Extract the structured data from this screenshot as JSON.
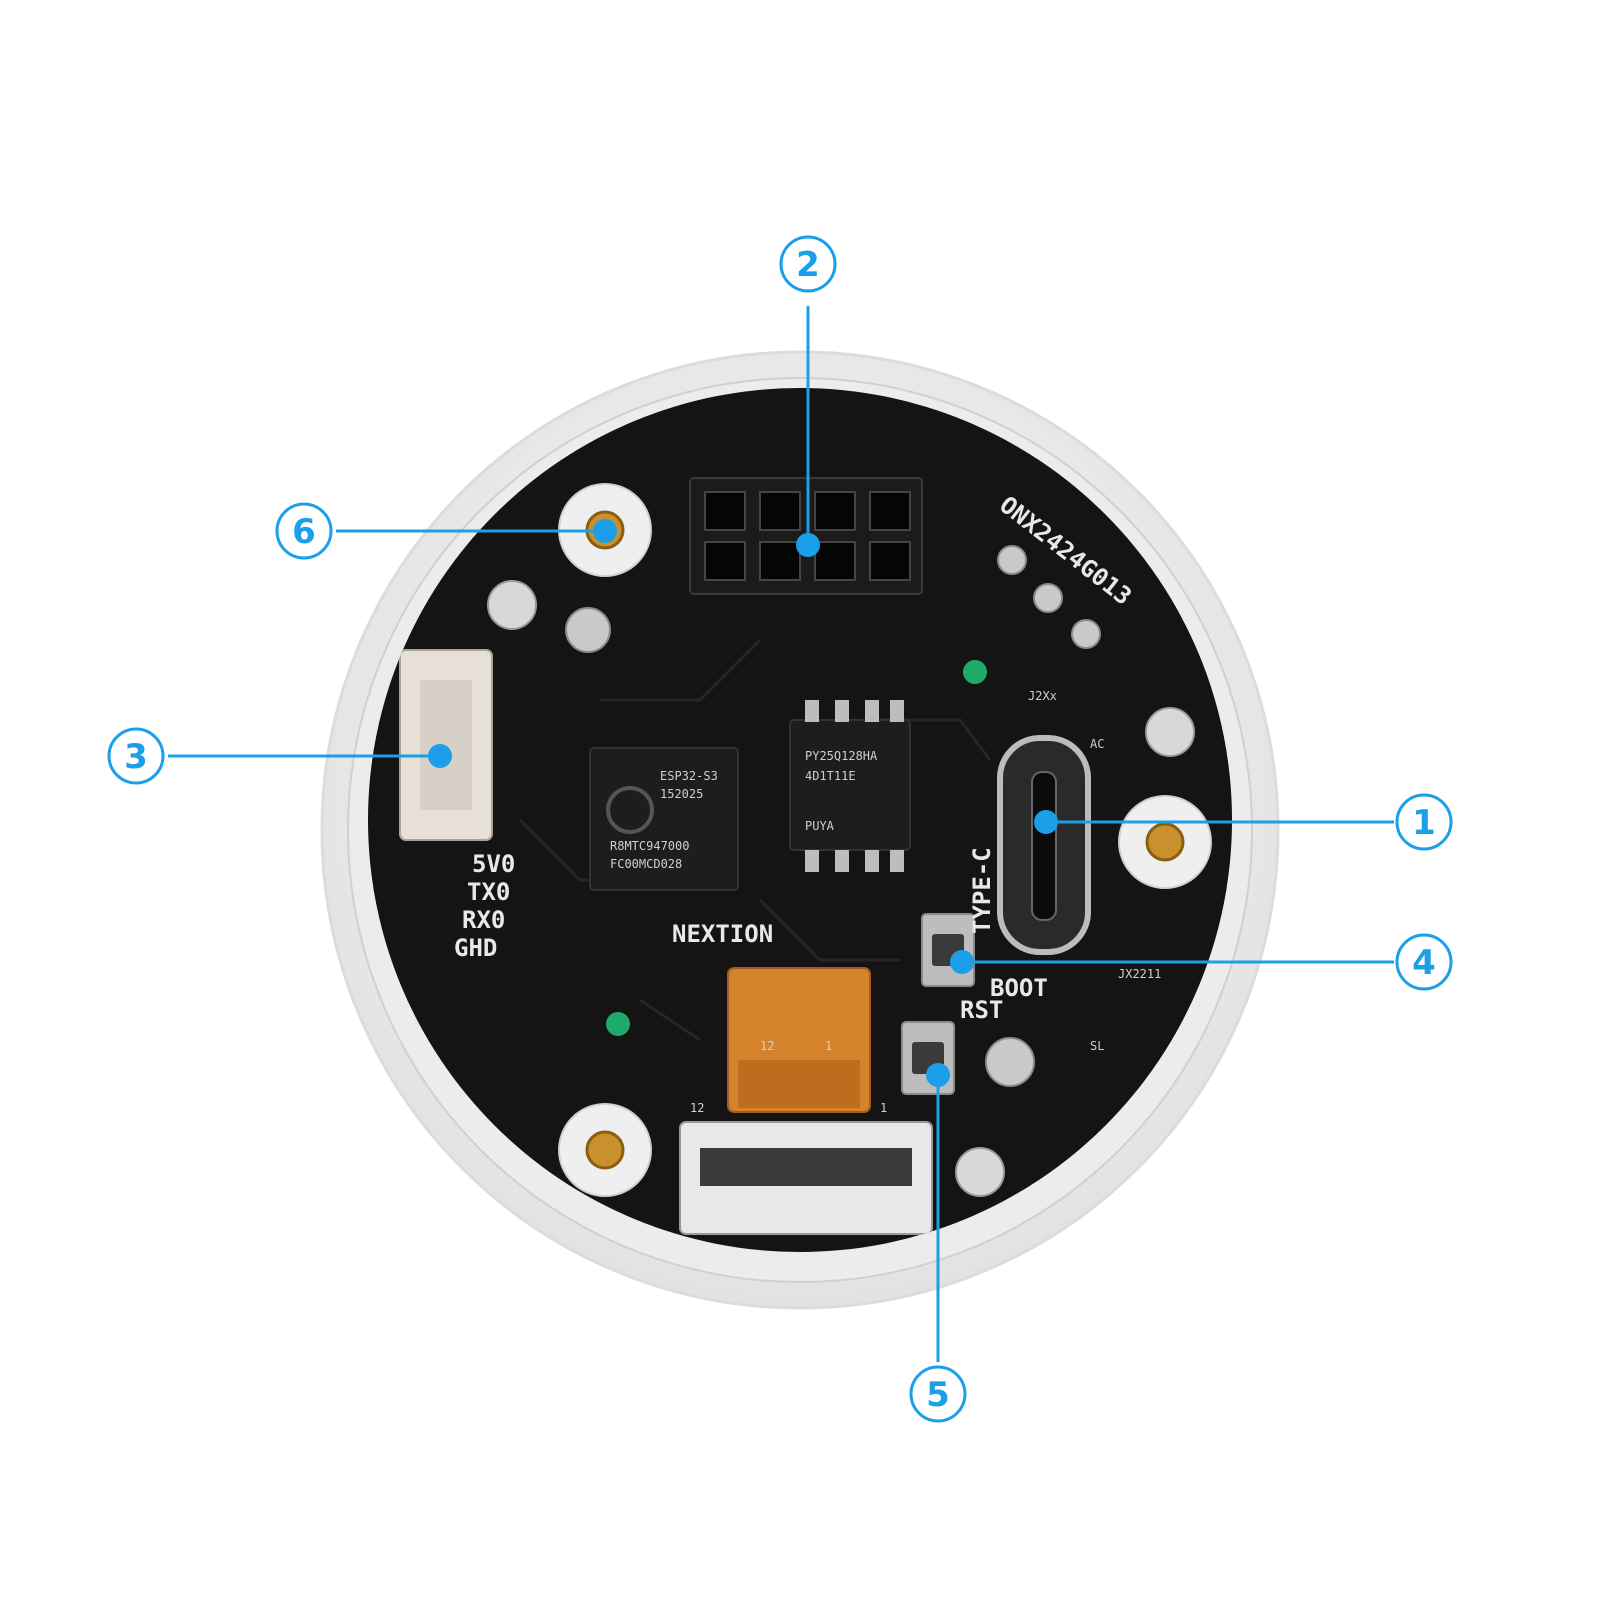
{
  "colors": {
    "callout": "#1a9fe8",
    "pcb": "#141414",
    "housing": "#f2f2f2",
    "pad": "#c9c9c9",
    "green_led": "#1faa6a",
    "fpc": "#d4822c"
  },
  "board": {
    "model": "ONX2424G013",
    "brand": "NEXTION",
    "port_label": "TYPE-C",
    "boot_label": "BOOT",
    "rst_label": "RST",
    "pin_labels": [
      "5V0",
      "TX0",
      "RX0",
      "GHD"
    ],
    "mcu_lines": [
      "ESP32-S3",
      "152025",
      "R8MTC947000",
      "FC00MCD028"
    ],
    "flash_lines": [
      "PY25Q128HA",
      "4D1T11E",
      "PUYA"
    ],
    "fpc_pin_high": "12",
    "fpc_pin_low": "1",
    "connector_pin_high": "12",
    "connector_pin_low": "1",
    "chip_small": [
      "J2Xx",
      "AC",
      "JX2211",
      "SL"
    ]
  },
  "callouts": [
    {
      "number": "1",
      "target": "usb-type-c-port"
    },
    {
      "number": "2",
      "target": "pin-header"
    },
    {
      "number": "3",
      "target": "uart-connector"
    },
    {
      "number": "4",
      "target": "boot-button"
    },
    {
      "number": "5",
      "target": "reset-button"
    },
    {
      "number": "6",
      "target": "mounting-hole"
    }
  ]
}
